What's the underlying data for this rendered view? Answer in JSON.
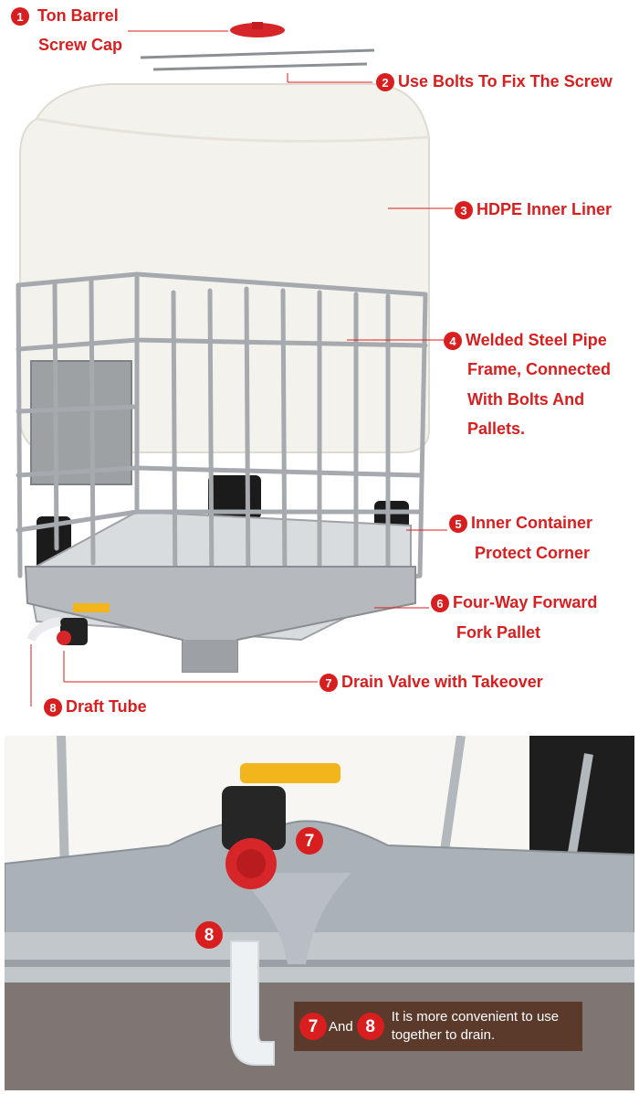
{
  "callouts": [
    {
      "num": "1",
      "lines": [
        "Ton Barrel",
        "Screw Cap"
      ]
    },
    {
      "num": "2",
      "lines": [
        "Use Bolts To Fix The Screw"
      ]
    },
    {
      "num": "3",
      "lines": [
        "HDPE Inner Liner"
      ]
    },
    {
      "num": "4",
      "lines": [
        "Welded Steel Pipe",
        "Frame, Connected",
        "With Bolts And",
        "Pallets."
      ]
    },
    {
      "num": "5",
      "lines": [
        "Inner Container",
        "Protect Corner"
      ]
    },
    {
      "num": "6",
      "lines": [
        "Four-Way Forward",
        "Fork Pallet"
      ]
    },
    {
      "num": "7",
      "lines": [
        "Drain Valve with Takeover"
      ]
    },
    {
      "num": "8",
      "lines": [
        "Draft Tube"
      ]
    }
  ],
  "detail": {
    "marker_valve": "7",
    "marker_tube": "8",
    "note_num_a": "7",
    "note_and": "And",
    "note_num_b": "8",
    "note_line1": "It is more convenient to use",
    "note_line2": "together to drain."
  },
  "colors": {
    "accent": "#d81e1e",
    "frame": "#a7abb0",
    "liner": "#f3f1ec",
    "valve_handle": "#f2b51c"
  }
}
